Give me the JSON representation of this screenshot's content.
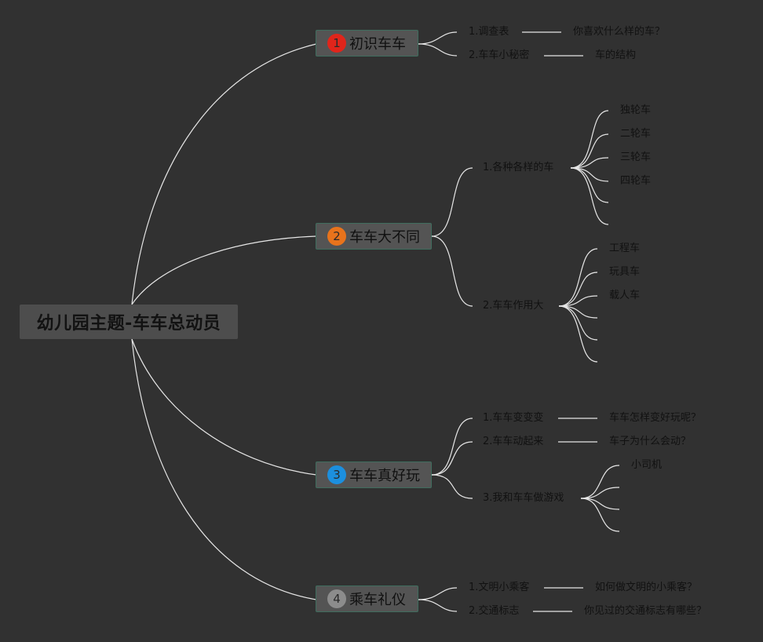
{
  "root": {
    "title": "幼儿园主题-车车总动员"
  },
  "topics": [
    {
      "badge": "1",
      "badge_color": "#e0251b",
      "title": "初识车车",
      "subtopics": [
        {
          "label": "1.调查表",
          "detail": "你喜欢什么样的车？"
        },
        {
          "label": "2.车车小秘密",
          "detail": "车的结构"
        }
      ]
    },
    {
      "badge": "2",
      "badge_color": "#e8731c",
      "title": "车车大不同",
      "subtopics": [
        {
          "label": "1.各种各样的车",
          "children": [
            "独轮车",
            "二轮车",
            "三轮车",
            "四轮车"
          ]
        },
        {
          "label": "2.车车作用大",
          "children": [
            "工程车",
            "玩具车",
            "载人车"
          ]
        }
      ]
    },
    {
      "badge": "3",
      "badge_color": "#1c8fde",
      "title": "车车真好玩",
      "subtopics": [
        {
          "label": "1.车车变变变",
          "detail": "车车怎样变好玩呢？"
        },
        {
          "label": "2.车车动起来",
          "detail": "车子为什么会动？"
        },
        {
          "label": "3.我和车车做游戏",
          "children": [
            "小司机"
          ]
        }
      ]
    },
    {
      "badge": "4",
      "badge_color": "#8c8c8c",
      "title": "乘车礼仪",
      "subtopics": [
        {
          "label": "1.文明小乘客",
          "detail": "如何做文明的小乘客？"
        },
        {
          "label": "2.交通标志",
          "detail": "你见过的交通标志有哪些？"
        }
      ]
    }
  ]
}
